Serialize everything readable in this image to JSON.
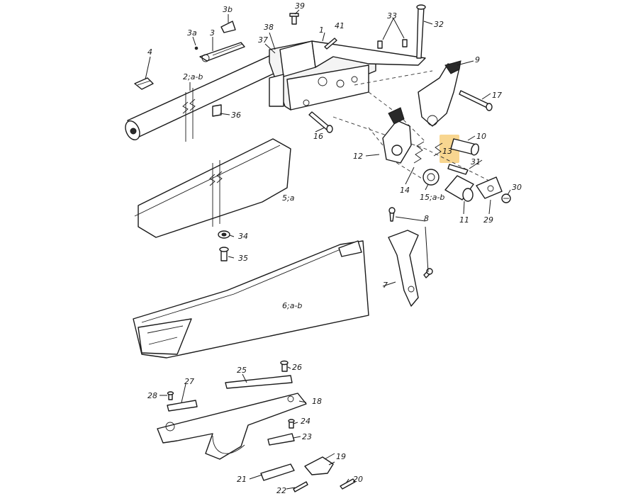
{
  "highlight_color": "#f6c86b",
  "labels": {
    "p1": "1",
    "p2": "2;a-b",
    "p3": "3",
    "p3a": "3a",
    "p3b": "3b",
    "p4": "4",
    "p5": "5;a",
    "p6": "6;a-b",
    "p7": "7",
    "p8": "8",
    "p9": "9",
    "p10": "10",
    "p11": "11",
    "p12": "12",
    "p13": "13",
    "p14": "14",
    "p15": "15;a-b",
    "p16": "16",
    "p17": "17",
    "p18": "18",
    "p19": "19",
    "p20": "20",
    "p21": "21",
    "p22": "22",
    "p23": "23",
    "p24": "24",
    "p25": "25",
    "p26": "26",
    "p27": "27",
    "p28": "28",
    "p29": "29",
    "p30": "30",
    "p31": "31",
    "p32": "32",
    "p33": "33",
    "p34": "34",
    "p35": "35",
    "p36": "36",
    "p37": "37",
    "p38": "38",
    "p39": "39",
    "p41": "41"
  },
  "highlighted_part": "13"
}
